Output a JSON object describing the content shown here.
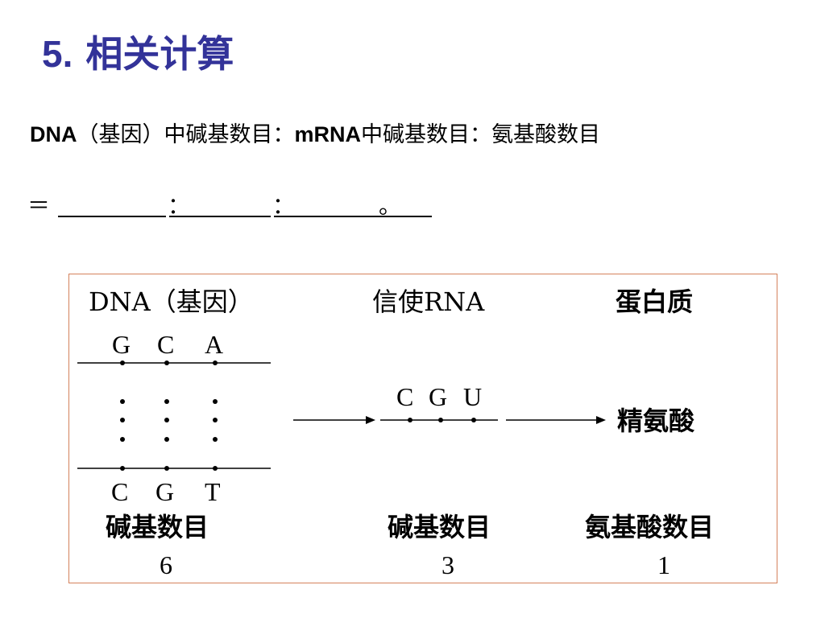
{
  "title": {
    "number": "5.",
    "text": "相关计算"
  },
  "statement": {
    "dna": "DNA",
    "gene_paren": "（基因）中碱基数目：",
    "mrna": "mRNA",
    "mrna_rest": "中碱基数目：氨基酸数目",
    "equals": "＝",
    "colon1": "：",
    "colon2": "：",
    "period": "。"
  },
  "figure": {
    "headers": {
      "dna": "DNA（基因）",
      "mrna": "信使RNA",
      "protein": "蛋白质"
    },
    "dna_top_bases": [
      "G",
      "C",
      "A"
    ],
    "dna_bottom_bases": [
      "C",
      "G",
      "T"
    ],
    "mrna_bases": [
      "C",
      "G",
      "U"
    ],
    "amino_acid": "精氨酸",
    "counts": {
      "dna_label": "碱基数目",
      "dna_value": "6",
      "mrna_label": "碱基数目",
      "mrna_value": "3",
      "aa_label": "氨基酸数目",
      "aa_value": "1"
    },
    "colors": {
      "border": "#d4825c",
      "title": "#333399"
    }
  }
}
